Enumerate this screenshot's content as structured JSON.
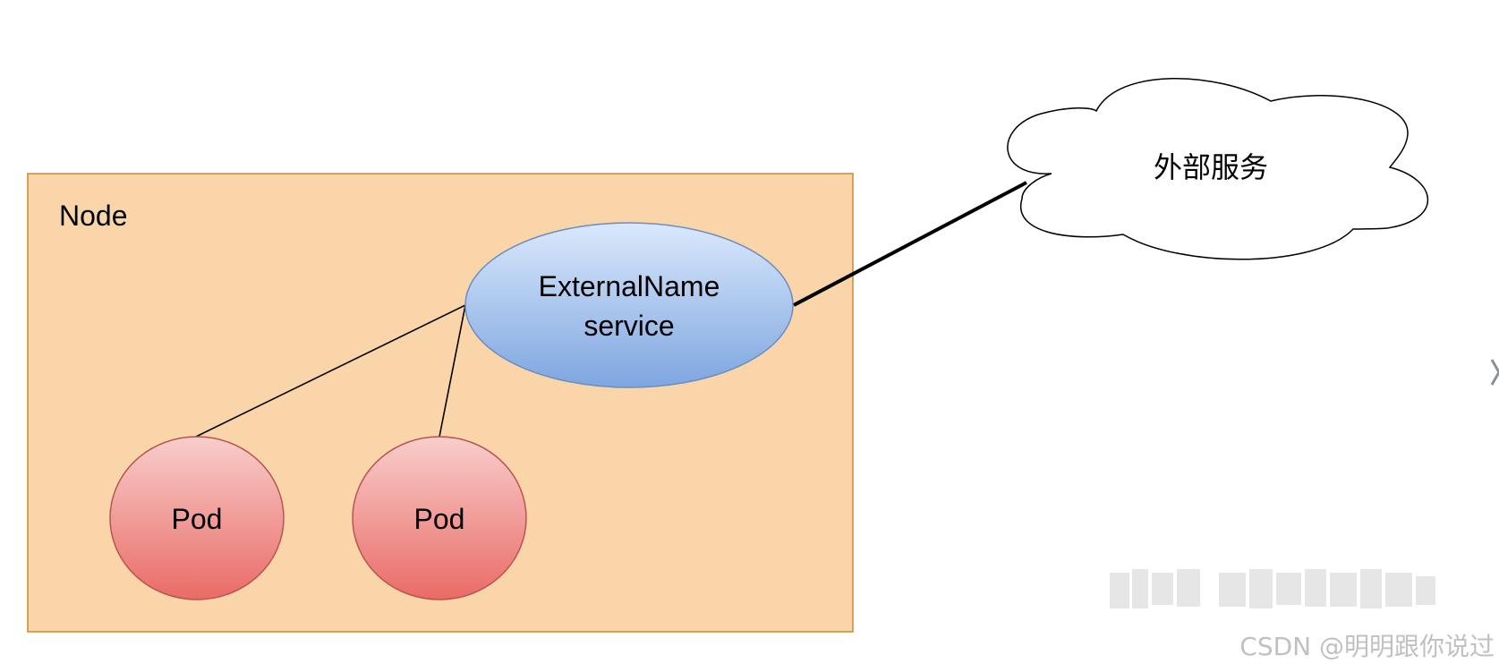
{
  "node": {
    "label": "Node",
    "fill": "#f9d5a9",
    "border": "#c98a2d"
  },
  "service": {
    "label_line1": "ExternalName",
    "label_line2": "service",
    "gradient_top": "#dae8fc",
    "gradient_bottom": "#7ea6e0",
    "border": "#6c8ebf"
  },
  "pods": [
    {
      "label": "Pod"
    },
    {
      "label": "Pod"
    }
  ],
  "pod_style": {
    "gradient_top": "#f8cecc",
    "gradient_bottom": "#ea6b66",
    "border": "#b85450"
  },
  "external": {
    "label": "外部服务"
  },
  "watermark": {
    "text": "CSDN @明明跟你说过",
    "color": "#c0c0c0"
  }
}
